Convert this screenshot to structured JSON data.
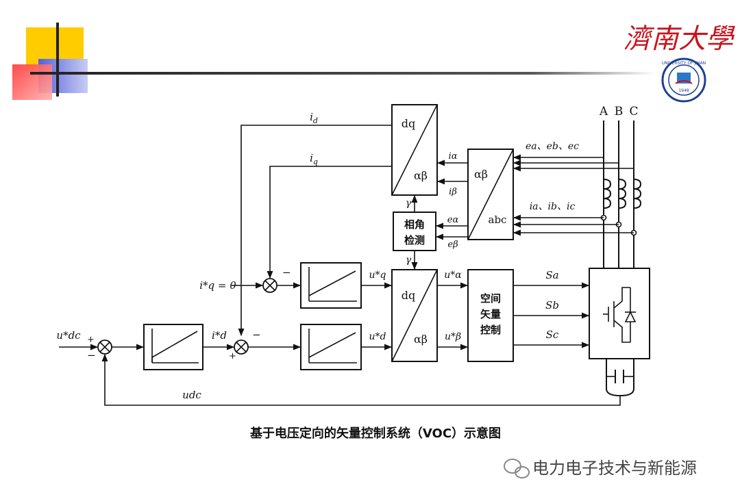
{
  "logo": {
    "name": "濟南大學",
    "seal_text": "UNIVERSITY OF JINAN",
    "seal_year": "1948"
  },
  "diagram": {
    "caption": "基于电压定向的矢量控制系统（VOC）示意图",
    "phases": [
      "A",
      "B",
      "C"
    ],
    "blocks": {
      "dq_top": {
        "top": "dq",
        "bottom": "αβ"
      },
      "ab_abc": {
        "top": "αβ",
        "bottom": "abc"
      },
      "phase_detect": [
        "相角",
        "检测"
      ],
      "dq_bottom": {
        "top": "dq",
        "bottom": "αβ"
      },
      "svm": [
        "空间",
        "矢量",
        "控制"
      ]
    },
    "signals": {
      "id": "i",
      "id_sub": "d",
      "iq": "i",
      "iq_sub": "q",
      "i_alpha": "iα",
      "i_beta": "iβ",
      "e_alpha": "eα",
      "e_beta": "eβ",
      "gamma_top": "γ",
      "gamma_bottom": "γ",
      "e_abc": "ea、eb、ec",
      "i_abc": "ia、ib、ic",
      "iq_ref": "i*q = 0",
      "udc_ref": "u*dc",
      "id_ref": "i*d",
      "uq_ref": "u*q",
      "ud_ref": "u*d",
      "ualpha_ref": "u*α",
      "ubeta_ref": "u*β",
      "Sa": "Sa",
      "Sb": "Sb",
      "Sc": "Sc",
      "udc": "udc",
      "plus": "+",
      "minus": "−"
    }
  },
  "watermark": "电力电子技术与新能源"
}
